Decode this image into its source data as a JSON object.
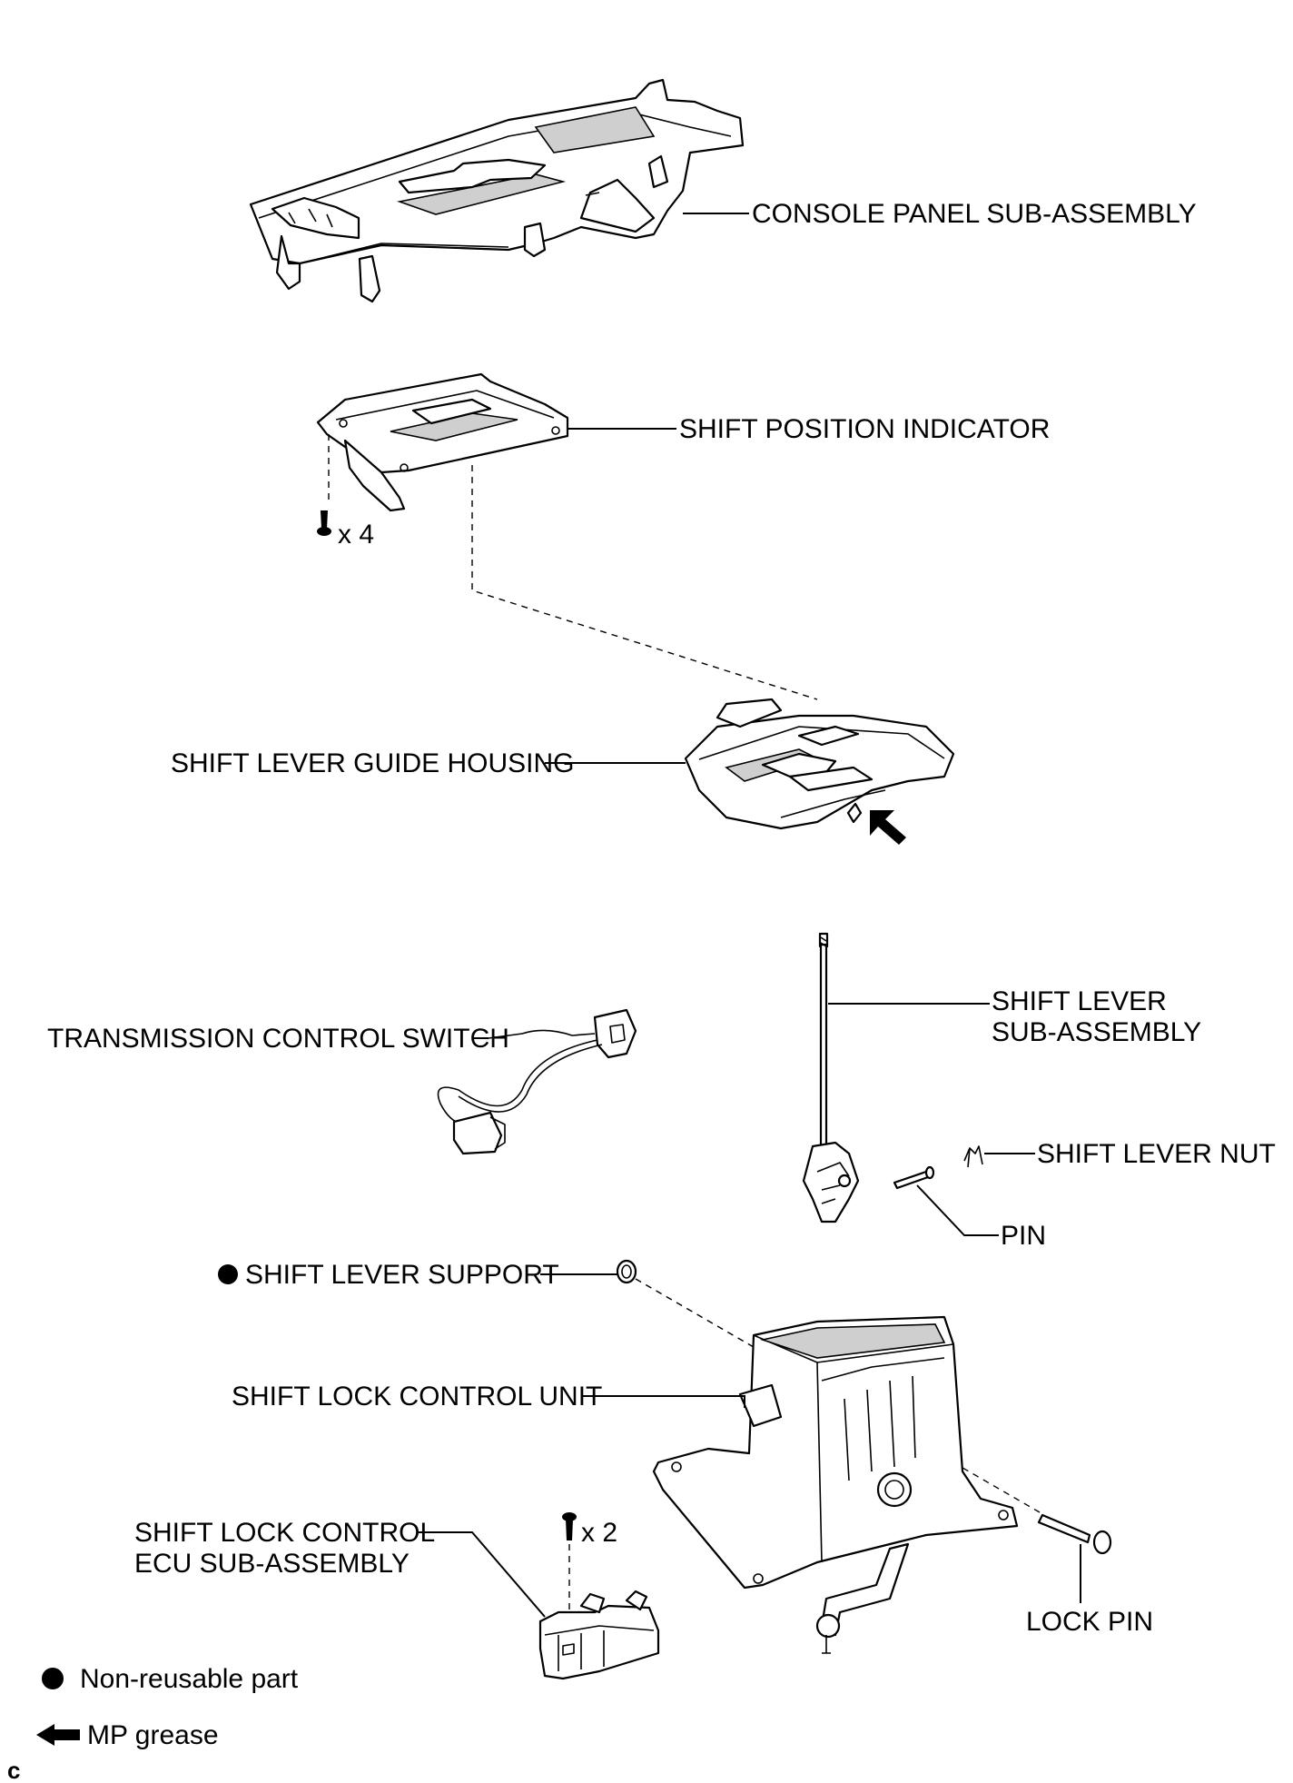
{
  "labels": {
    "console_panel": "CONSOLE PANEL SUB-ASSEMBLY",
    "shift_position_indicator": "SHIFT POSITION INDICATOR",
    "screw_qty_4": "x 4",
    "shift_lever_guide_housing": "SHIFT LEVER GUIDE HOUSING",
    "shift_lever_line1": "SHIFT LEVER",
    "shift_lever_line2": "SUB-ASSEMBLY",
    "transmission_control_switch": "TRANSMISSION CONTROL SWITCH",
    "shift_lever_nut": "SHIFT LEVER NUT",
    "pin": "PIN",
    "shift_lever_support": "SHIFT LEVER SUPPORT",
    "shift_lock_control_unit": "SHIFT LOCK CONTROL UNIT",
    "shift_lock_ecu_line1": "SHIFT LOCK CONTROL",
    "shift_lock_ecu_line2": "ECU SUB-ASSEMBLY",
    "screw_qty_2": "x 2",
    "lock_pin": "LOCK PIN"
  },
  "legend": {
    "non_reusable": "Non-reusable part",
    "mp_grease": "MP grease"
  },
  "corner_mark": "c",
  "colors": {
    "line": "#000000",
    "fill": "#ffffff",
    "shade": "#cfcfcf"
  }
}
